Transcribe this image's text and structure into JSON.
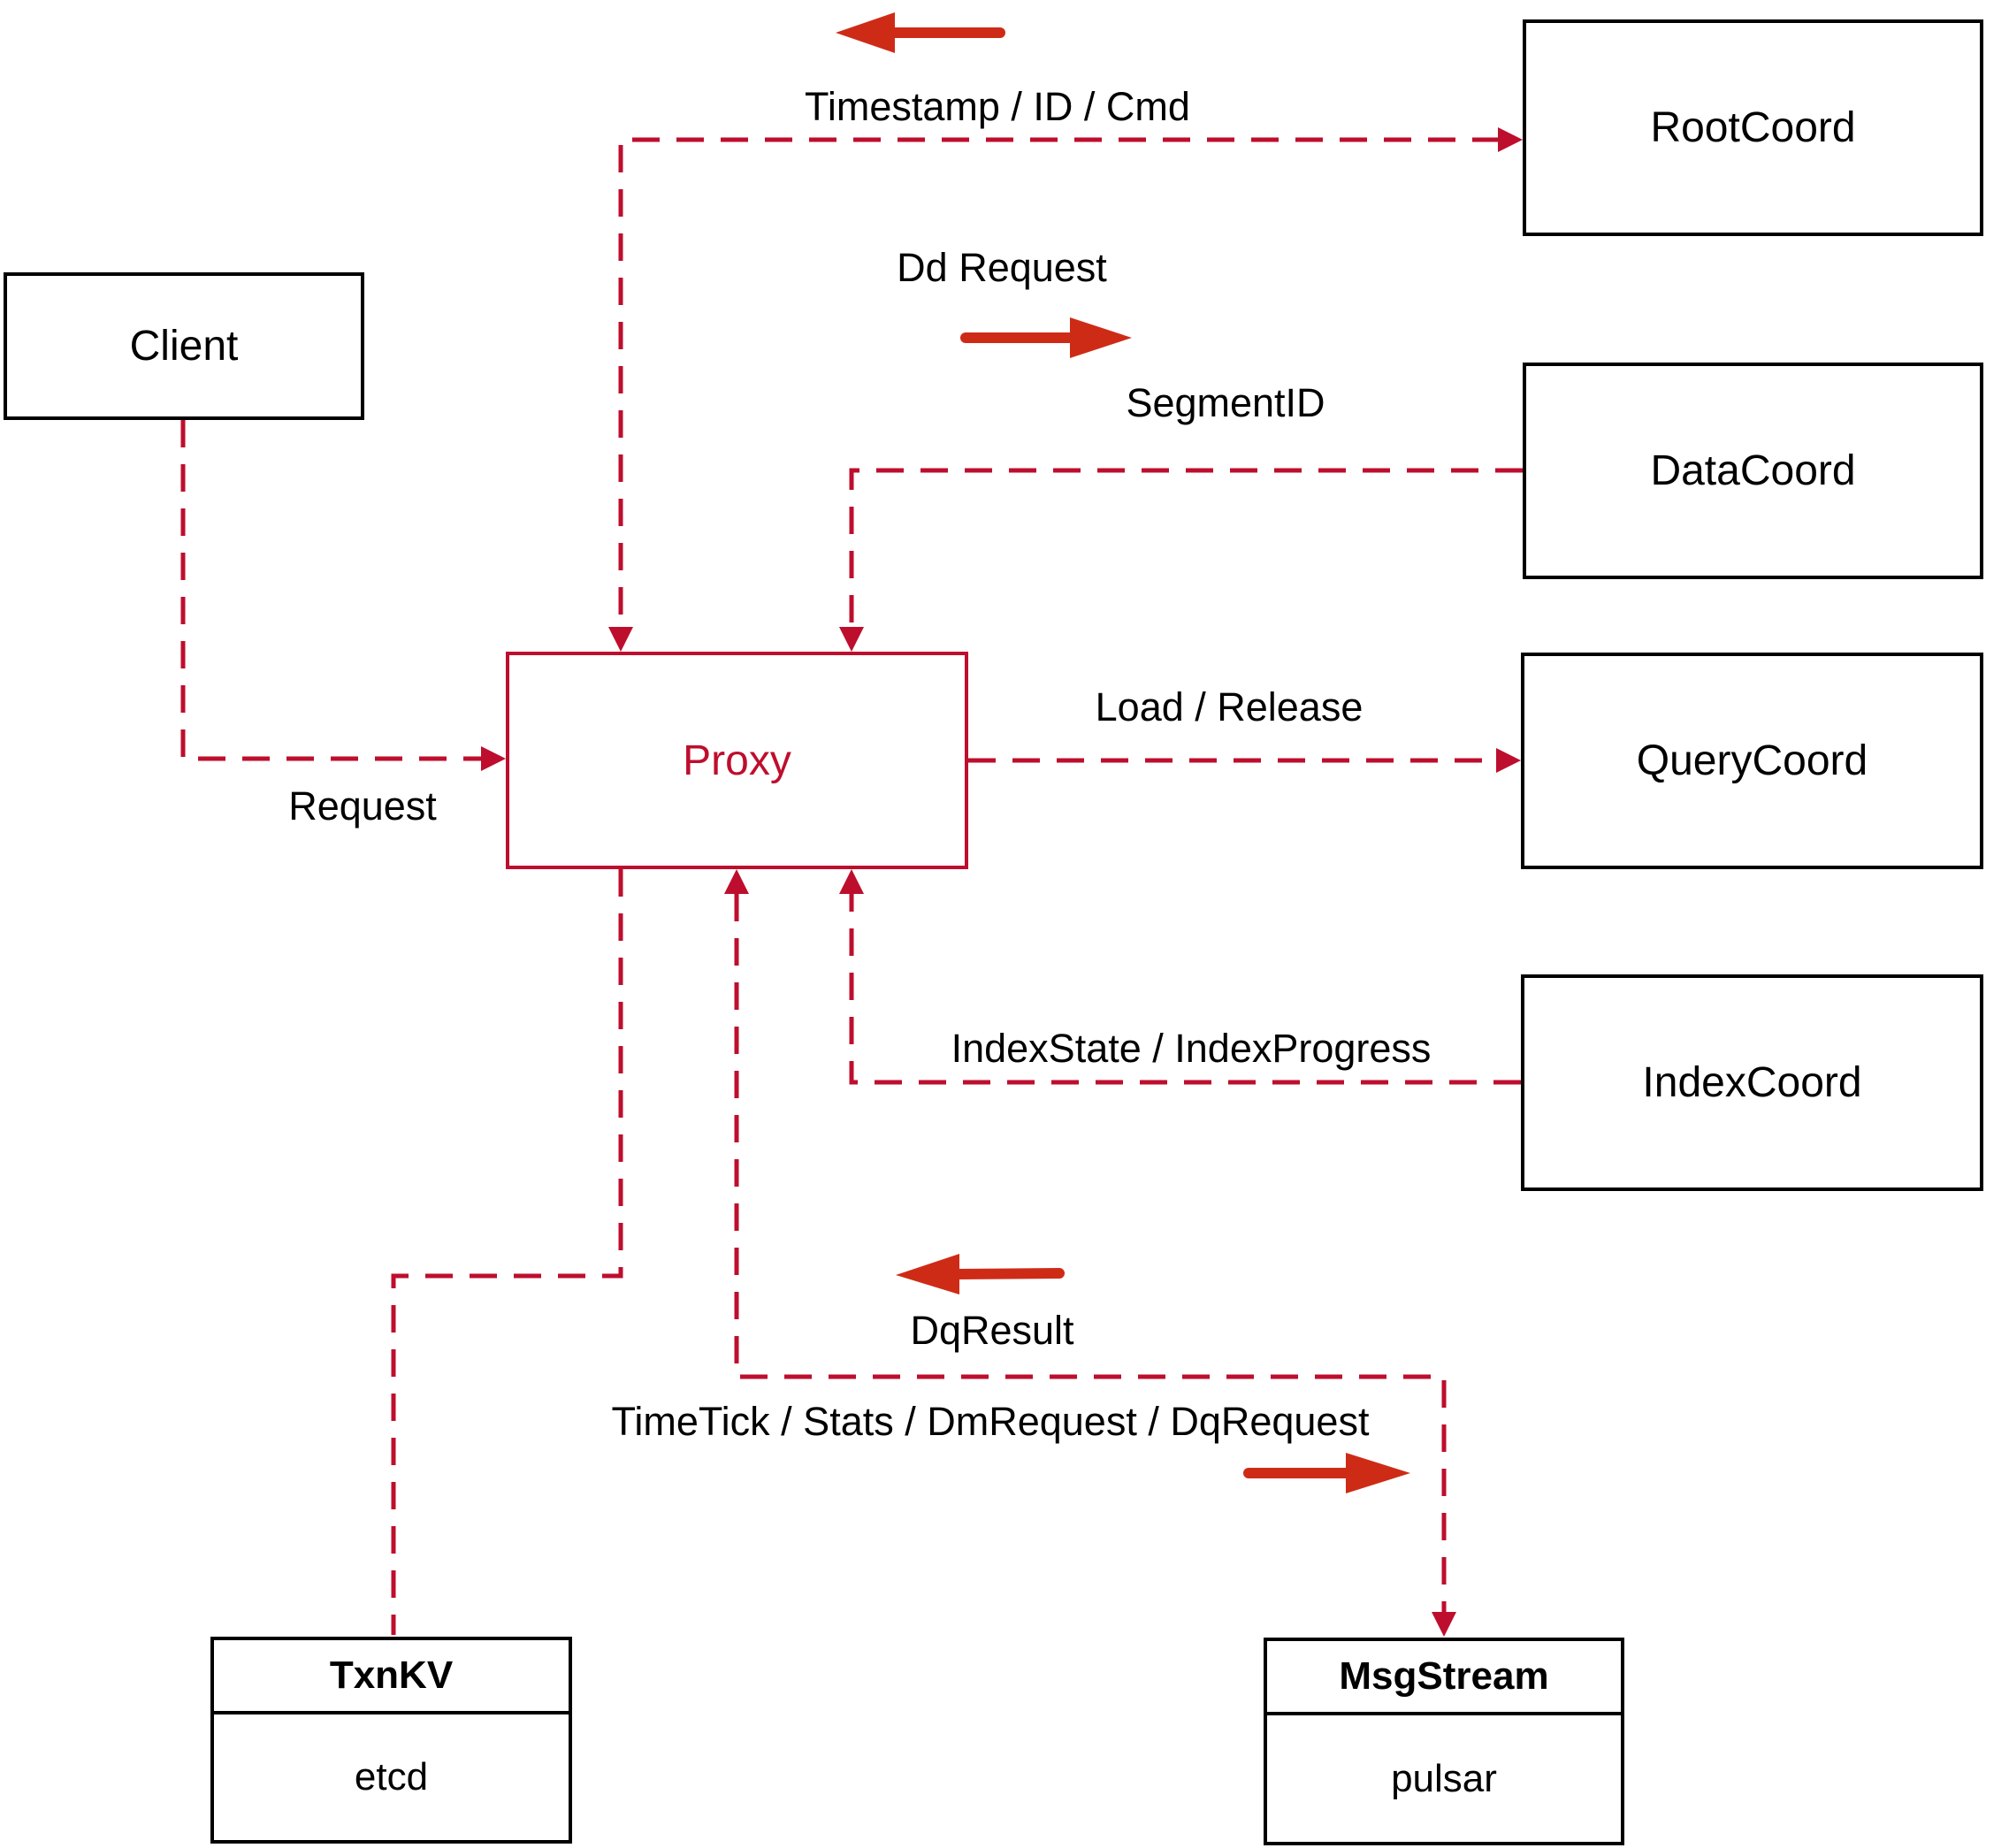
{
  "colors": {
    "line": "#be0e2d",
    "arrow": "#ce2b17",
    "box_border": "#000000",
    "text": "#000000",
    "background": "#ffffff"
  },
  "nodes": {
    "client": {
      "label": "Client"
    },
    "proxy": {
      "label": "Proxy"
    },
    "rootcoord": {
      "label": "RootCoord"
    },
    "datacoord": {
      "label": "DataCoord"
    },
    "querycoord": {
      "label": "QueryCoord"
    },
    "indexcoord": {
      "label": "IndexCoord"
    },
    "txnkv": {
      "title": "TxnKV",
      "body": "etcd"
    },
    "msgstream": {
      "title": "MsgStream",
      "body": "pulsar"
    }
  },
  "edges": {
    "client_proxy": {
      "label": "Request"
    },
    "proxy_rootcoord": {
      "label_return": "Timestamp / ID / Cmd",
      "label_send": "Dd Request"
    },
    "datacoord_proxy": {
      "label": "SegmentID"
    },
    "proxy_querycoord": {
      "label": "Load / Release"
    },
    "indexcoord_proxy": {
      "label": "IndexState / IndexProgress"
    },
    "proxy_msgstream": {
      "label_return": "DqResult",
      "label_send": "TimeTick / Stats / DmRequest / DqRequest"
    }
  }
}
